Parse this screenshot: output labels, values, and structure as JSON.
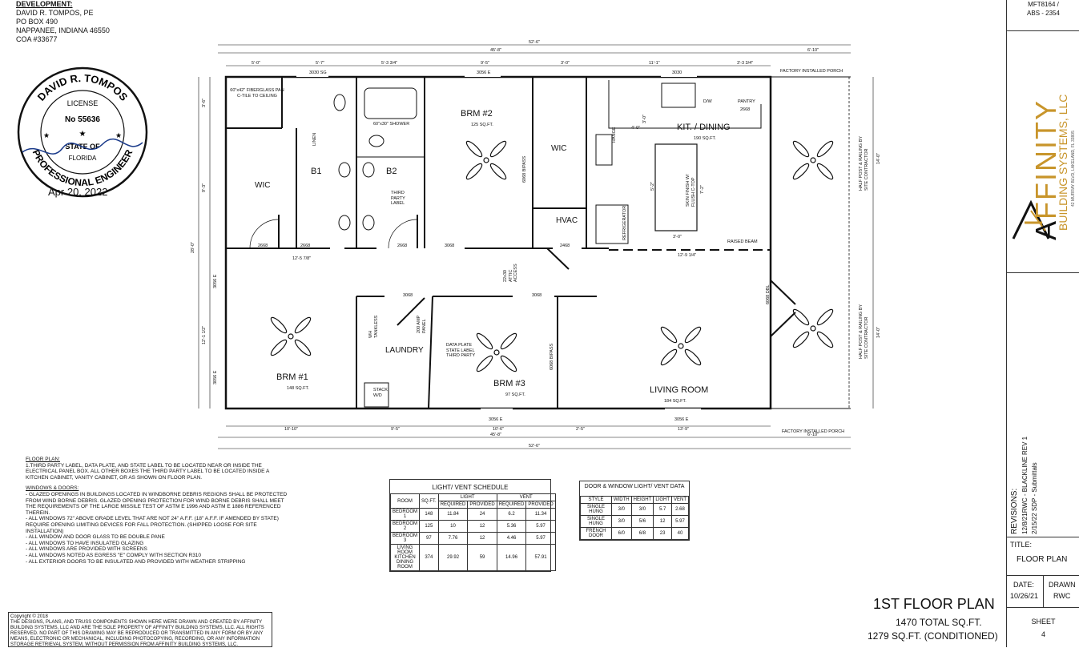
{
  "developer": {
    "heading": "DEVELOPMENT:",
    "lines": [
      "DAVID R. TOMPOS, PE",
      "PO BOX 490",
      "NAPPANEE, INDIANA  46550",
      "COA #33677"
    ]
  },
  "seal": {
    "name": "DAVID R. TOMPOS",
    "license": "LICENSE",
    "number": "No 55636",
    "state": "STATE OF",
    "state_text": "FLORIDA",
    "ring": "PROFESSIONAL ENGINEER",
    "date": "Apr 20, 2022"
  },
  "plan": {
    "rooms": {
      "brm2": "BRM #2",
      "brm2_area": "125 SQ.FT.",
      "kit": "KIT. / DINING",
      "kit_area": "190 SQ.FT.",
      "wic1": "WIC",
      "b1": "B1",
      "b2": "B2",
      "wic2": "WIC",
      "hvac": "HVAC",
      "brm1": "BRM #1",
      "brm1_area": "148 SQ.FT.",
      "laundry": "LAUNDRY",
      "brm3": "BRM #3",
      "brm3_area": "97 SQ.FT.",
      "living": "LIVING ROOM",
      "living_area": "184 SQ.FT."
    },
    "labels": {
      "pan": "60\"x42\" FIBERGLASS PAN C-TILE TO CEILING",
      "shower": "60\"x30\" SHOWER",
      "porch_top": "FACTORY INSTALLED PORCH",
      "porch_bot": "FACTORY INSTALLED PORCH",
      "third_party": "THIRD PARTY LABEL",
      "data_plate": "DATA PLATE STATE LABEL THIRD PARTY",
      "raised_beam": "RAISED BEAM",
      "pantry": "PANTRY",
      "dw": "D/W",
      "range": "RANGE",
      "refrigerator": "REFRIGERATOR",
      "attic": "22x30 ATTIC ACCESS",
      "panel": "200 AMP PANEL",
      "wh": "WH TANKLESS",
      "stack": "STACK W/D",
      "rail_top": "HALF POST & RAILING BY SITE CONTRACTOR",
      "rail_bot": "HALF POST & RAILING BY SITE CONTRACTOR",
      "bipass1": "6068 BIPASS",
      "bipass2": "6068 BIPASS",
      "linen": "LINEN",
      "island": "SKIN FINISH W/ FLUSH C-TOP",
      "bipass_kit": "6068 DBL"
    },
    "dims": {
      "overall_top": "52'-6\"",
      "inner_top": "45'-8\"",
      "porch_top": "6'-10\"",
      "top_segs": [
        "5'-0\"",
        "5'-7\"",
        "5'-3 3/4\"",
        "9'-5\"",
        "3'-0\"",
        "11'-1\"",
        "3'-3 3/4\""
      ],
      "win_top": [
        "3030 SG",
        "3056 E",
        "3030"
      ],
      "doors": [
        "2668",
        "2668",
        "2668",
        "3068",
        "2468",
        "3068",
        "3068",
        "2668"
      ],
      "hall": "12'-5 7/8\"",
      "hall2": "12'-9 1/4\"",
      "bot_segs": [
        "10'-10\"",
        "9'-5\"",
        "10'-6\"",
        "2'-5\"",
        "13'-9\""
      ],
      "win_bot": [
        "3056 E",
        "3056 E"
      ],
      "overall_bot": "52'-6\"",
      "inner_bot": "45'-8\"",
      "porch_bot": "6'-10\"",
      "left": [
        "3'-6\"",
        "9'-3\"",
        "28'-0\"",
        "3056 E",
        "12'-1 1/2\"",
        "3056 E"
      ],
      "right": [
        "14'-0\"",
        "14'-0\""
      ],
      "kit_dims": [
        "4'-0\"",
        "3'-0\"",
        "5'-2\"",
        "7'-2\"",
        "3'-0\""
      ]
    }
  },
  "notes": {
    "floor_heading": "FLOOR PLAN:",
    "floor_items": [
      "1.THIRD PARTY LABEL, DATA PLATE, AND STATE LABEL TO BE LOCATED NEAR OR INSIDE THE ELECTRICAL PANEL BOX. ALL OTHER BOXES THE THIRD PARTY LABEL TO BE LOCATED INSIDE A KITCHEN CABINET, VANITY CABINET, OR AS SHOWN ON FLOOR PLAN."
    ],
    "wd_heading": "WINDOWS & DOORS:",
    "wd_items": [
      "- GLAZED OPENINGS IN BUILDINGS LOCATED IN WINDBORNE DEBRIS REGIONS SHALL BE PROTECTED FROM WIND BORNE DEBRIS.  GLAZED OPENING PROTECTION FOR WIND BORNE DEBRIS SHALL MEET THE REQUIREMENTS OF THE LARGE MISSILE TEST OF ASTM E 1996 AND ASTM E 1886 REFERENCED THEREIN.",
      "- ALL WINDOWS 72\" ABOVE GRADE LEVEL THAT ARE NOT 24\" A.F.F. (18\" A.F.F. IF AMENDED BY STATE) REQUIRE OPENING LIMITING DEVICES FOR FALL PROTECTION. (SHIPPED LOOSE FOR SITE INSTALLATION)",
      "- ALL WINDOW AND DOOR GLASS TO BE DOUBLE PANE",
      "- ALL WINDOWS TO HAVE INSULATED GLAZING",
      "- ALL WINDOWS ARE PROVIDED WITH SCREENS",
      "- ALL WINDOWS NOTED AS EGRESS \"E\" COMPLY WITH SECTION R310",
      "- ALL EXTERIOR DOORS TO BE INSULATED AND PROVIDED WITH WEATHER STRIPPING"
    ]
  },
  "copyright": "Copyright © 2018\nTHE DESIGNS, PLANS, AND TRUSS COMPONENTS SHOWN HERE WERE DRAWN AND CREATED BY AFFINITY BUILDING SYSTEMS, LLC AND ARE THE SOLE PROPERTY OF AFFINITY BUILDING SYSTEMS, LLC.  ALL RIGHTS RESERVED. NO PART OF THIS DRAWING MAY BE REPRODUCED OR TRANSMITTED IN ANY FORM OR BY ANY MEANS, ELECTRONIC OR MECHANICAL, INCLUDING PHOTOCOPYING, RECORDING, OR ANY INFORMATION STORAGE RETRIEVAL SYSTEM, WITHOUT PERMISSION FROM AFFINITY BUILDING SYSTEMS, LLC.",
  "light_vent": {
    "title": "LIGHT/ VENT SCHEDULE",
    "head1": [
      "ROOM",
      "SQ.FT.",
      "LIGHT",
      "VENT"
    ],
    "head2": [
      "REQUIRED",
      "PROVIDED",
      "REQUIRED",
      "PROVIDED"
    ],
    "rows": [
      [
        "BEDROOM 1",
        "148",
        "11.84",
        "24",
        "6.2",
        "11.34"
      ],
      [
        "BEDROOM 2",
        "125",
        "10",
        "12",
        "5.36",
        "5.97"
      ],
      [
        "BEDROOM 3",
        "97",
        "7.76",
        "12",
        "4.46",
        "5.97"
      ],
      [
        "LIVING ROOM KITCHEN DINING ROOM",
        "374",
        "29.92",
        "59",
        "14.96",
        "57.91"
      ]
    ]
  },
  "door_window": {
    "title": "DOOR & WINDOW LIGHT/ VENT DATA",
    "head": [
      "STYLE",
      "WIDTH",
      "HEIGHT",
      "LIGHT",
      "VENT"
    ],
    "rows": [
      [
        "SINGLE HUNG",
        "3/0",
        "3/0",
        "5.7",
        "2.68"
      ],
      [
        "SINGLE HUNG",
        "3/0",
        "5/6",
        "12",
        "5.97"
      ],
      [
        "FRENCH DOOR",
        "6/0",
        "6/8",
        "23",
        "40"
      ]
    ]
  },
  "title_block": {
    "main": "1ST FLOOR PLAN",
    "total": "1470 TOTAL SQ.FT.",
    "conditioned": "1279 SQ.FT. (CONDITIONED)"
  },
  "sidebar": {
    "top_code1": "MFT8164 /",
    "top_code2": "ABS - 2354",
    "company_a": "A",
    "company_rest": "FFINITY",
    "company_sub": "BUILDING SYSTEMS, LLC",
    "company_addr": "42 MURRAY BLVD, LAKELAND, FL 33805",
    "revisions_label": "REVISIONS:",
    "revisions": [
      "12/8/21RWC - BLACKLINE REV 1",
      "2/15/22 SDP - Submittals"
    ],
    "title_label": "TITLE:",
    "title_value": "FLOOR PLAN",
    "date_label": "DATE:",
    "date_value": "10/26/21",
    "drawn_label": "DRAWN",
    "drawn_value": "RWC",
    "sheet_label": "SHEET",
    "sheet_value": "4"
  }
}
